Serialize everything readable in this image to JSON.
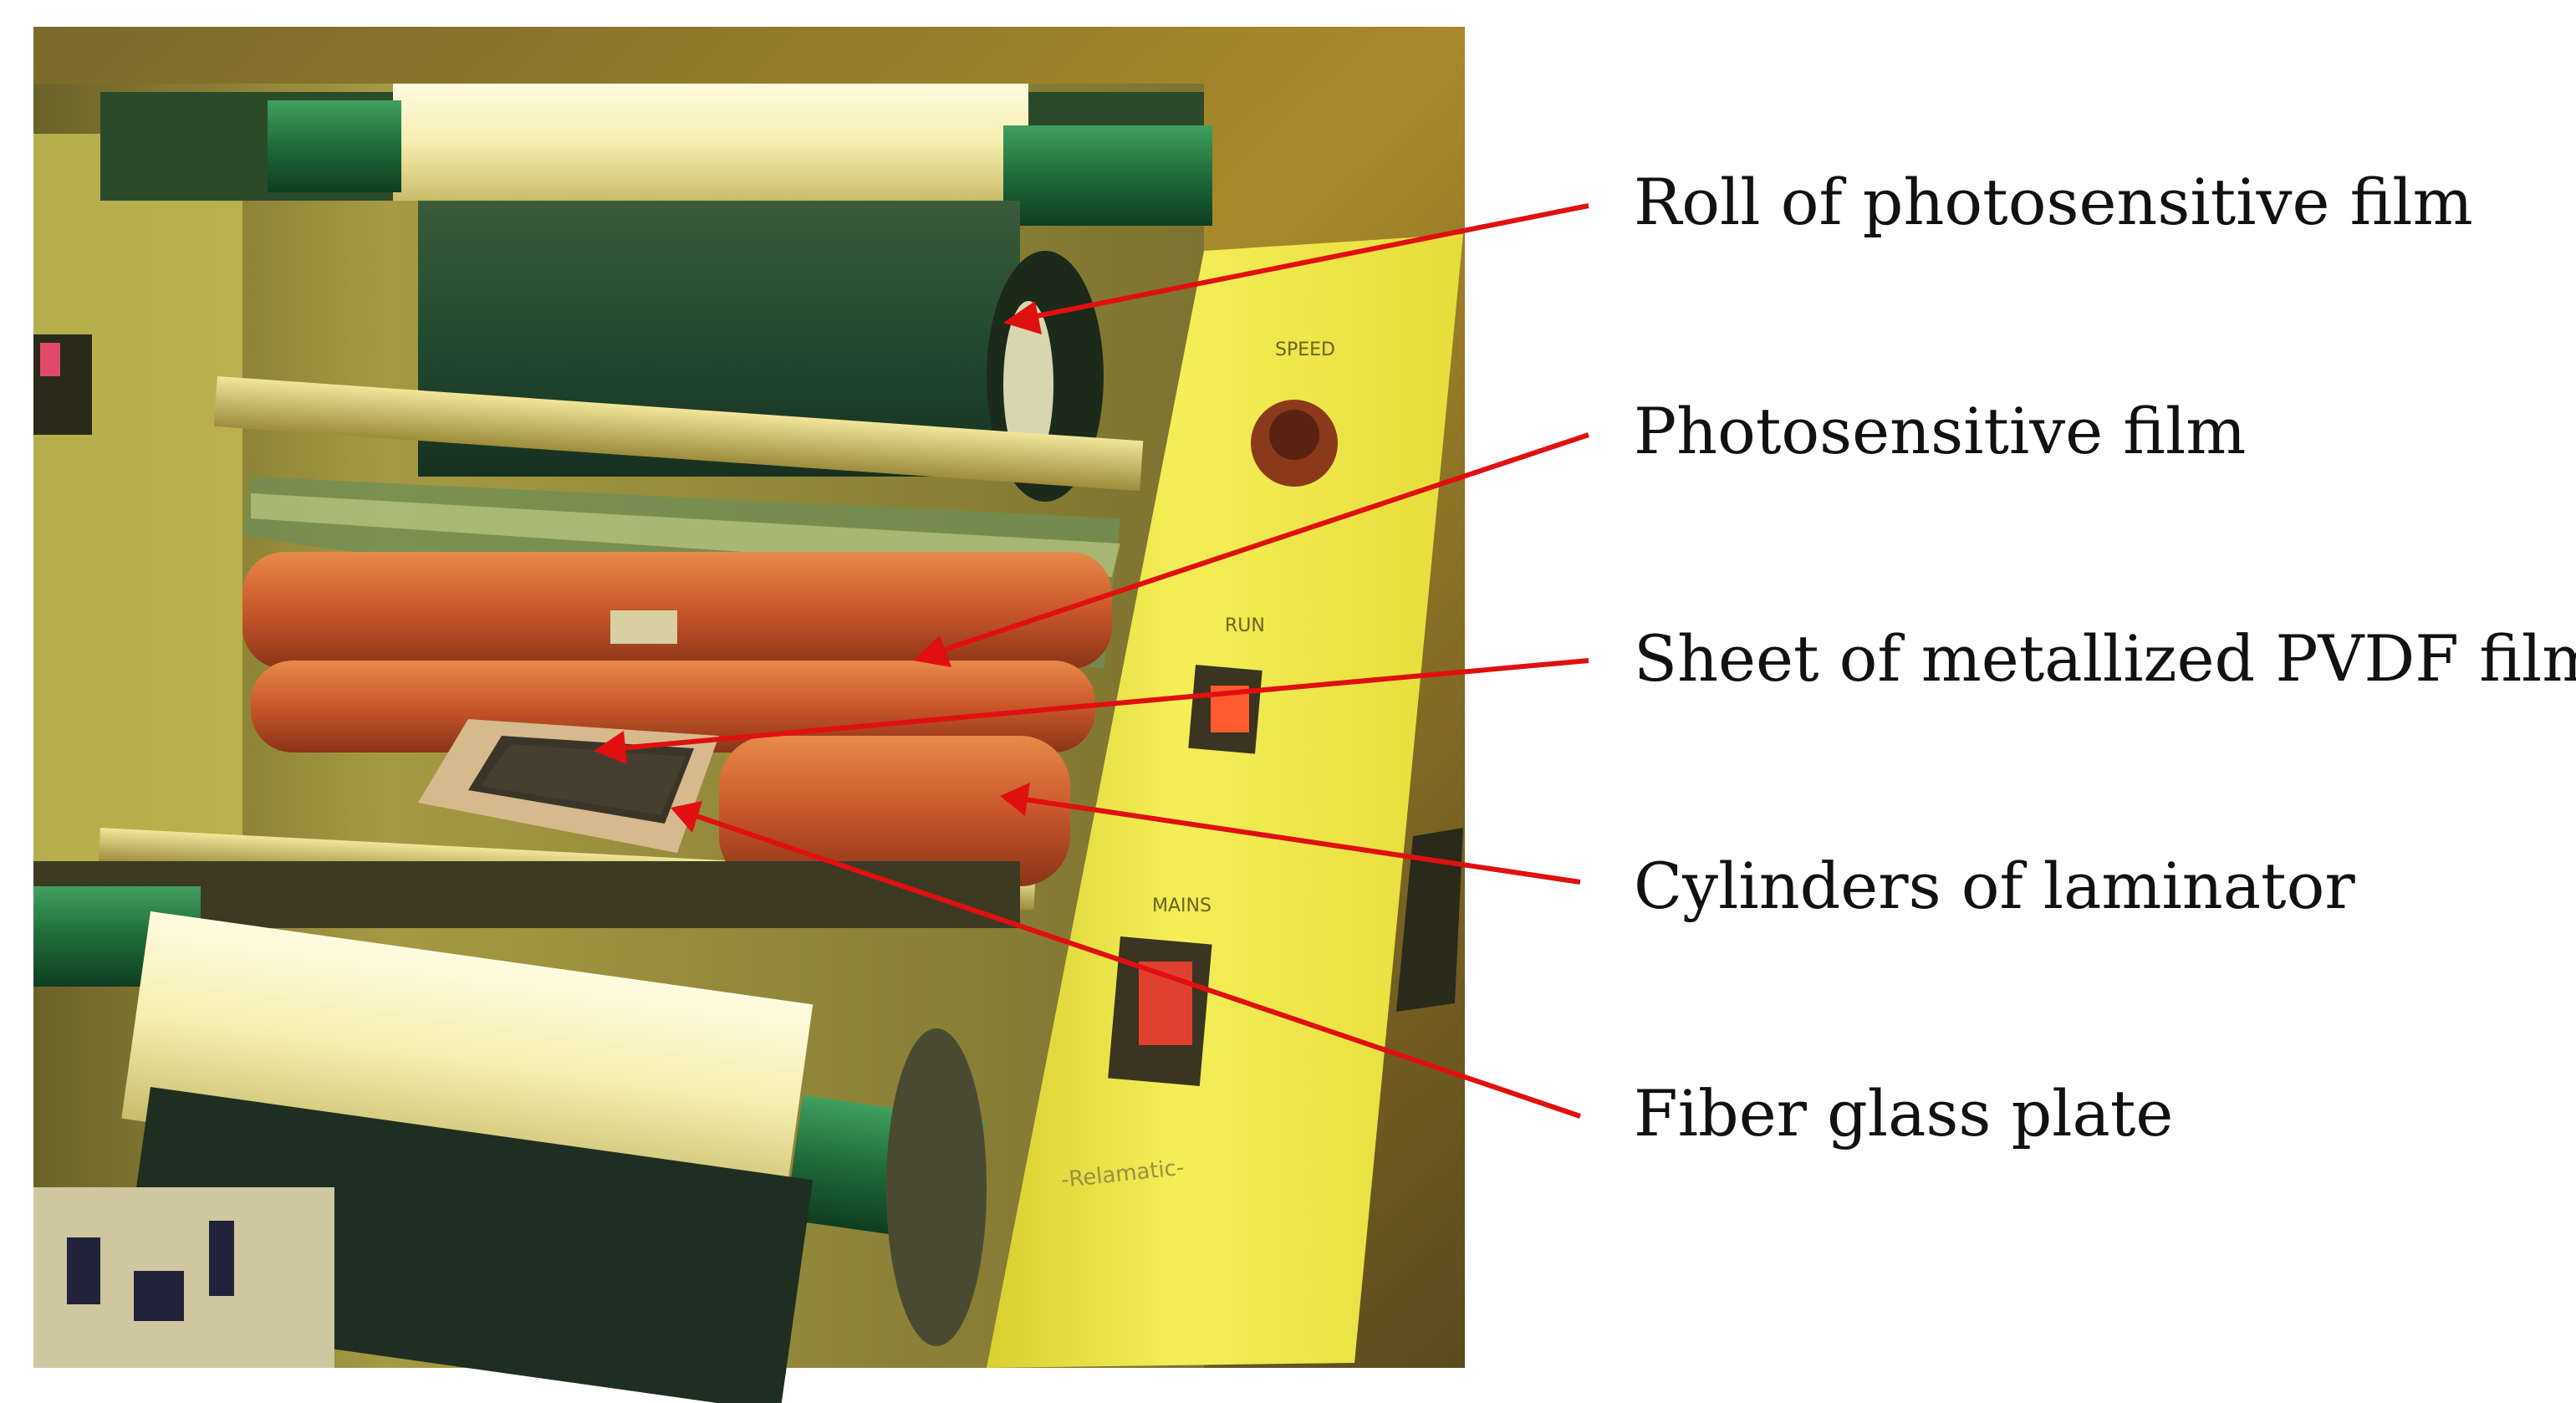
{
  "labels": [
    {
      "id": "roll",
      "text": "Roll of photosensitive film"
    },
    {
      "id": "film",
      "text": "Photosensitive film"
    },
    {
      "id": "sheet",
      "text": "Sheet of metallized PVDF film"
    },
    {
      "id": "cylinders",
      "text": "Cylinders of laminator"
    },
    {
      "id": "plate",
      "text": "Fiber glass plate"
    }
  ],
  "panel": {
    "speed": "SPEED",
    "run": "RUN",
    "mains": "MAINS",
    "brand": "-Relamatic-"
  },
  "colors": {
    "arrow": "#e01010",
    "ambient": "#c9a227",
    "panel": "#f1ea3c",
    "green_roll": "#1f6b3a",
    "orange_cylinder": "#d8642a"
  }
}
